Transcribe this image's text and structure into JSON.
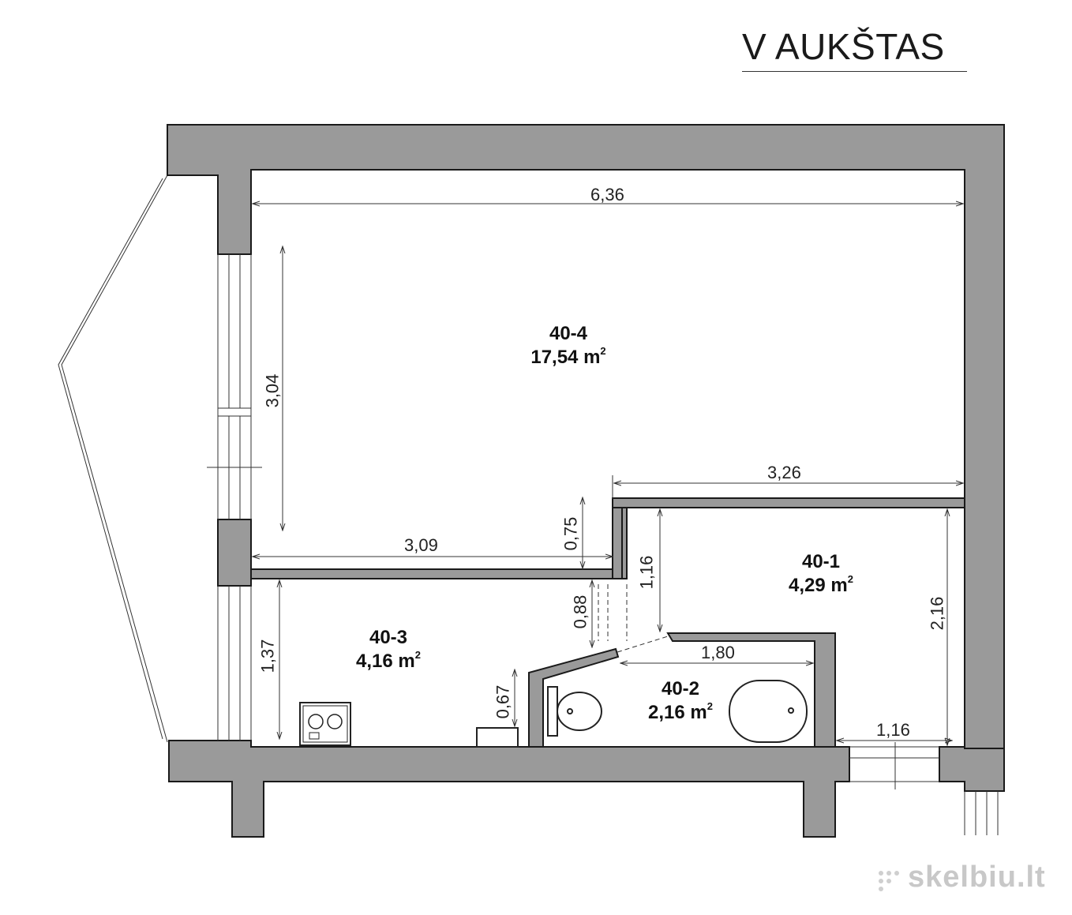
{
  "title": "V AUKŠTAS",
  "rooms": [
    {
      "id": "40-4",
      "area": "17,54 m",
      "unit_sup": "2"
    },
    {
      "id": "40-1",
      "area": "4,29 m",
      "unit_sup": "2"
    },
    {
      "id": "40-3",
      "area": "4,16 m",
      "unit_sup": "2"
    },
    {
      "id": "40-2",
      "area": "2,16 m",
      "unit_sup": "2"
    }
  ],
  "dimensions": {
    "d636": "6,36",
    "d304": "3,04",
    "d326": "3,26",
    "d075": "0,75",
    "d309": "3,09",
    "d116a": "1,16",
    "d216": "2,16",
    "d088": "0,88",
    "d137": "1,37",
    "d067": "0,67",
    "d180": "1,80",
    "d116b": "1,16"
  },
  "watermark": "skelbiu.lt",
  "colors": {
    "wall": "#9a9a9a",
    "wall_stroke": "#1a1a1a",
    "line": "#333333"
  }
}
